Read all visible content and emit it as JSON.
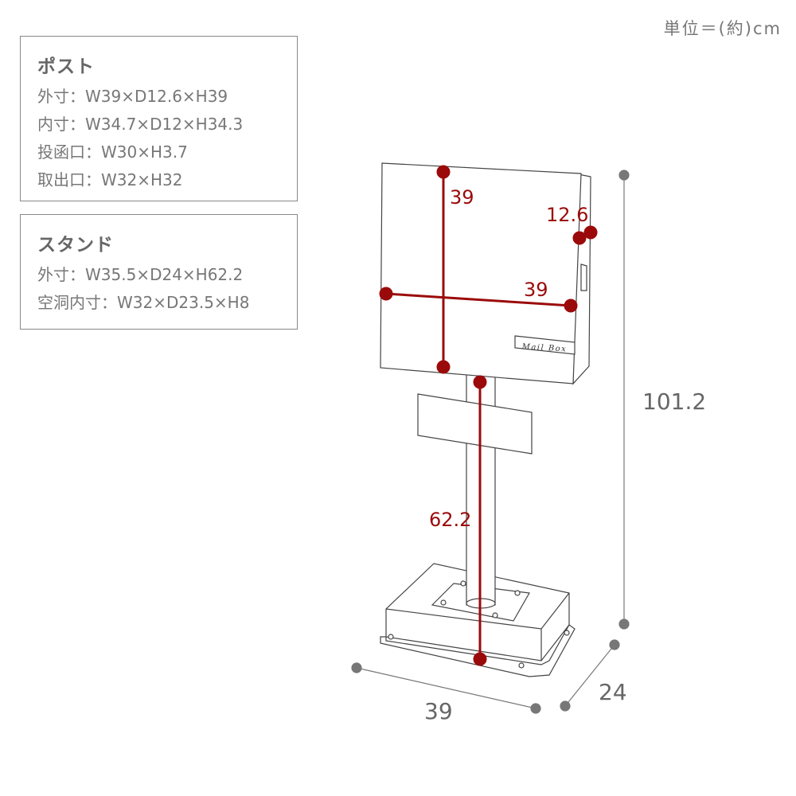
{
  "unit_label": "単位＝(約)cm",
  "post": {
    "title": "ポスト",
    "rows": [
      "外寸：W39×D12.6×H39",
      "内寸：W34.7×D12×H34.3",
      "投函口：W30×H3.7",
      "取出口：W32×H32"
    ]
  },
  "stand": {
    "title": "スタンド",
    "rows": [
      "外寸：W35.5×D24×H62.2",
      "空洞内寸：W32×D23.5×H8"
    ]
  },
  "diagram": {
    "mailbox_plate": "Mail Box",
    "dims": {
      "post_height": "39",
      "post_width": "39",
      "post_depth": "12.6",
      "stand_height": "62.2",
      "total_height": "101.2",
      "base_width": "39",
      "base_depth": "24"
    },
    "colors": {
      "accent": "#9b0a0a",
      "gray_dim": "#777777",
      "outline": "#444444"
    }
  }
}
